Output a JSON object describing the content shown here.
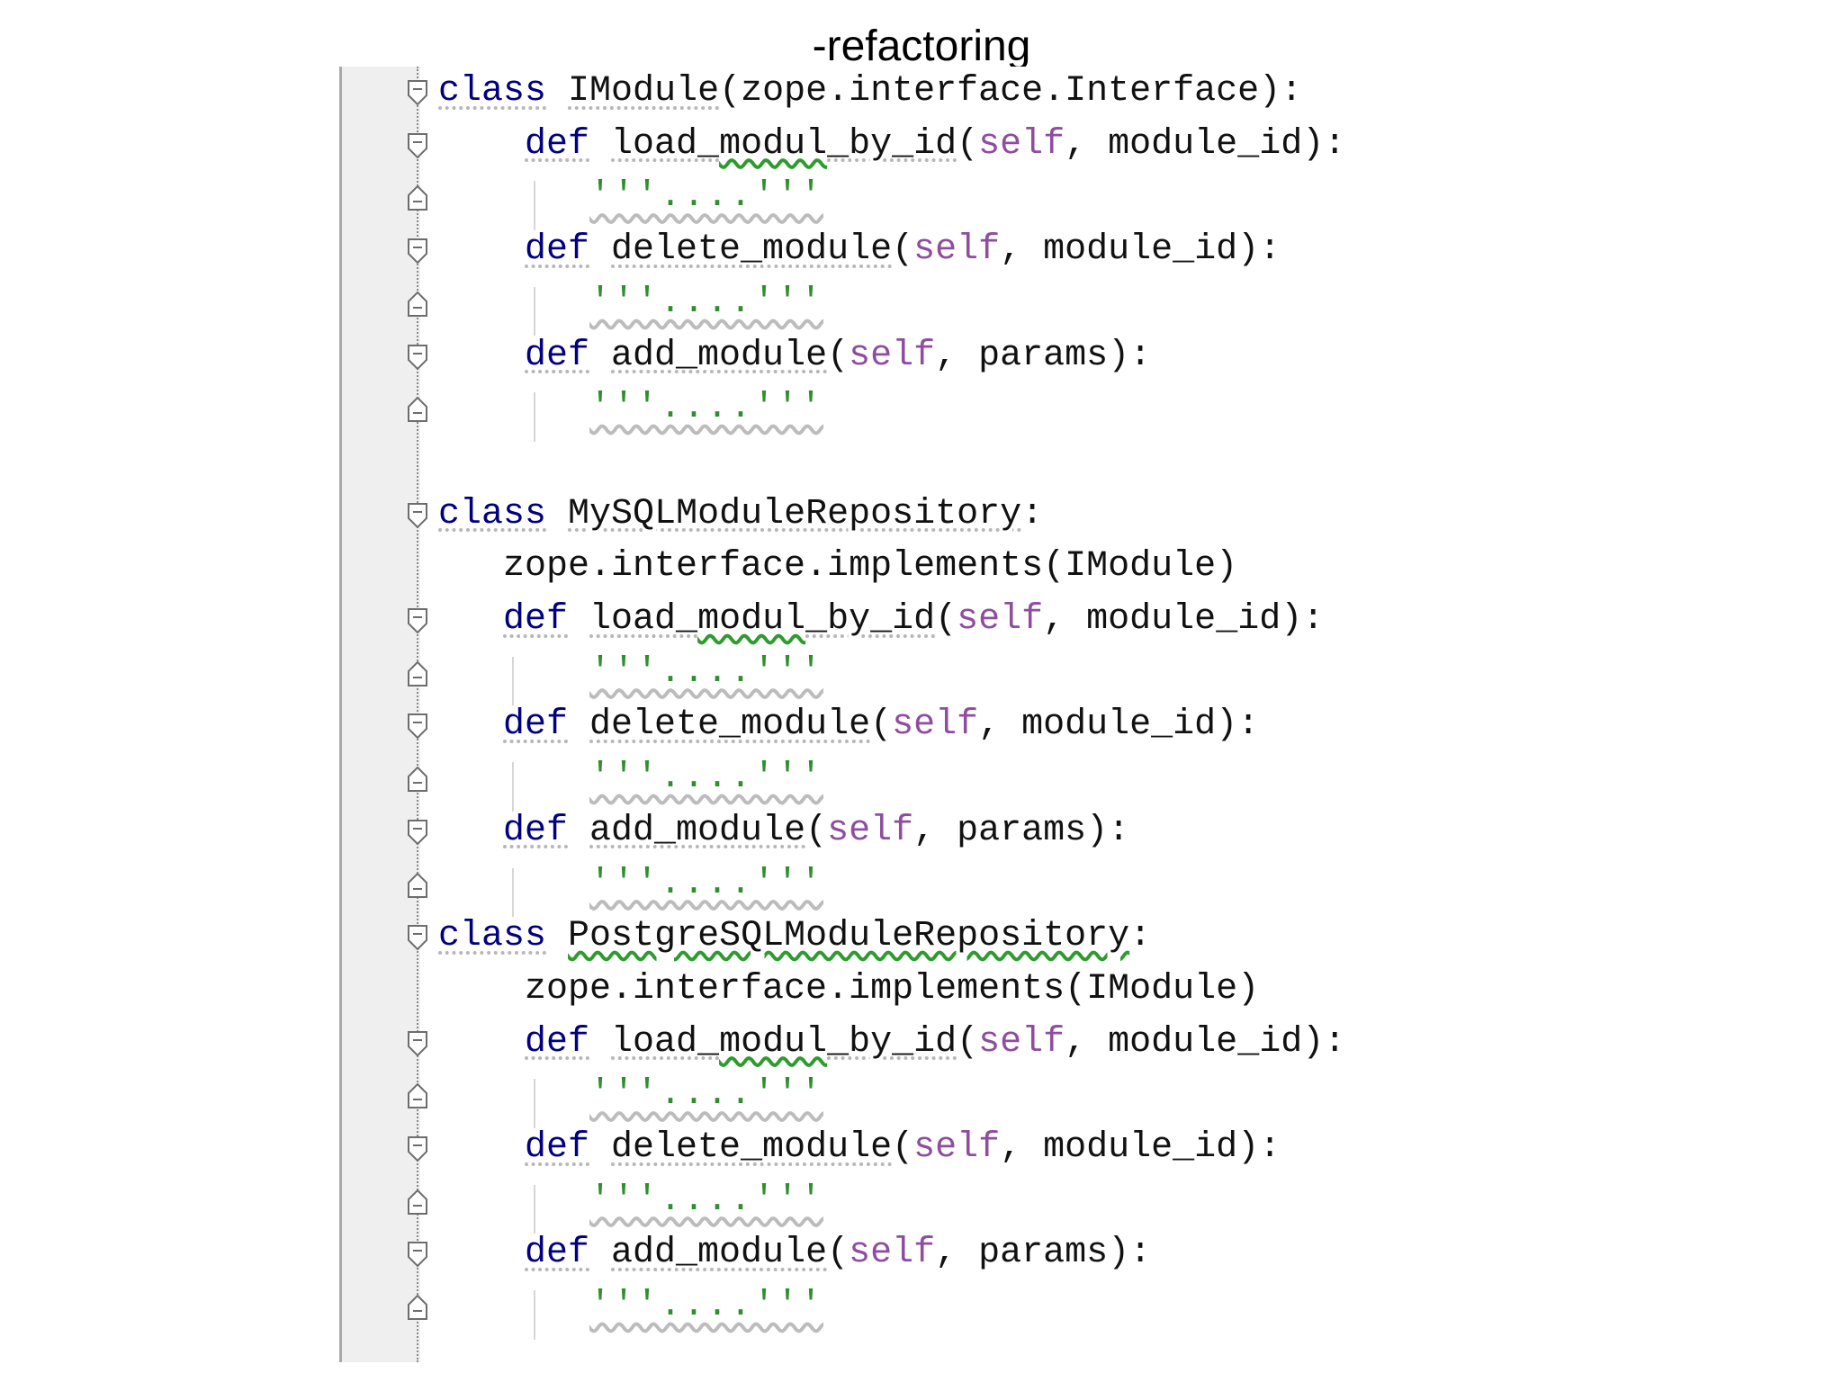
{
  "title": "-refactoring",
  "code": {
    "docstring": "'''....'''",
    "classes": [
      {
        "keyword": "class",
        "name": "IModule",
        "decl_rest": "(zope.interface.Interface):",
        "implements_line": "",
        "methods": [
          {
            "def": "def",
            "name": "load_modul_by_id",
            "open": "(",
            "self": "self",
            "rest": ", module_id):"
          },
          {
            "def": "def",
            "name": "delete_module",
            "open": "(",
            "self": "self",
            "rest": ", module_id):"
          },
          {
            "def": "def",
            "name": "add_module",
            "open": "(",
            "self": "self",
            "rest": ", params):"
          }
        ]
      },
      {
        "keyword": "class",
        "name": "MySQLModuleRepository",
        "decl_rest": ":",
        "implements_line": "zope.interface.implements(IModule)",
        "methods": [
          {
            "def": "def",
            "name": "load_modul_by_id",
            "open": "(",
            "self": "self",
            "rest": ", module_id):"
          },
          {
            "def": "def",
            "name": "delete_module",
            "open": "(",
            "self": "self",
            "rest": ", module_id):"
          },
          {
            "def": "def",
            "name": "add_module",
            "open": "(",
            "self": "self",
            "rest": ", params):"
          }
        ]
      },
      {
        "keyword": "class",
        "name": "PostgreSQLModuleRepository",
        "decl_rest": ":",
        "implements_line": "zope.interface.implements(IModule)",
        "methods": [
          {
            "def": "def",
            "name": "load_modul_by_id",
            "open": "(",
            "self": "self",
            "rest": ", module_id):"
          },
          {
            "def": "def",
            "name": "delete_module",
            "open": "(",
            "self": "self",
            "rest": ", module_id):"
          },
          {
            "def": "def",
            "name": "add_module",
            "open": "(",
            "self": "self",
            "rest": ", params):"
          }
        ]
      }
    ]
  }
}
